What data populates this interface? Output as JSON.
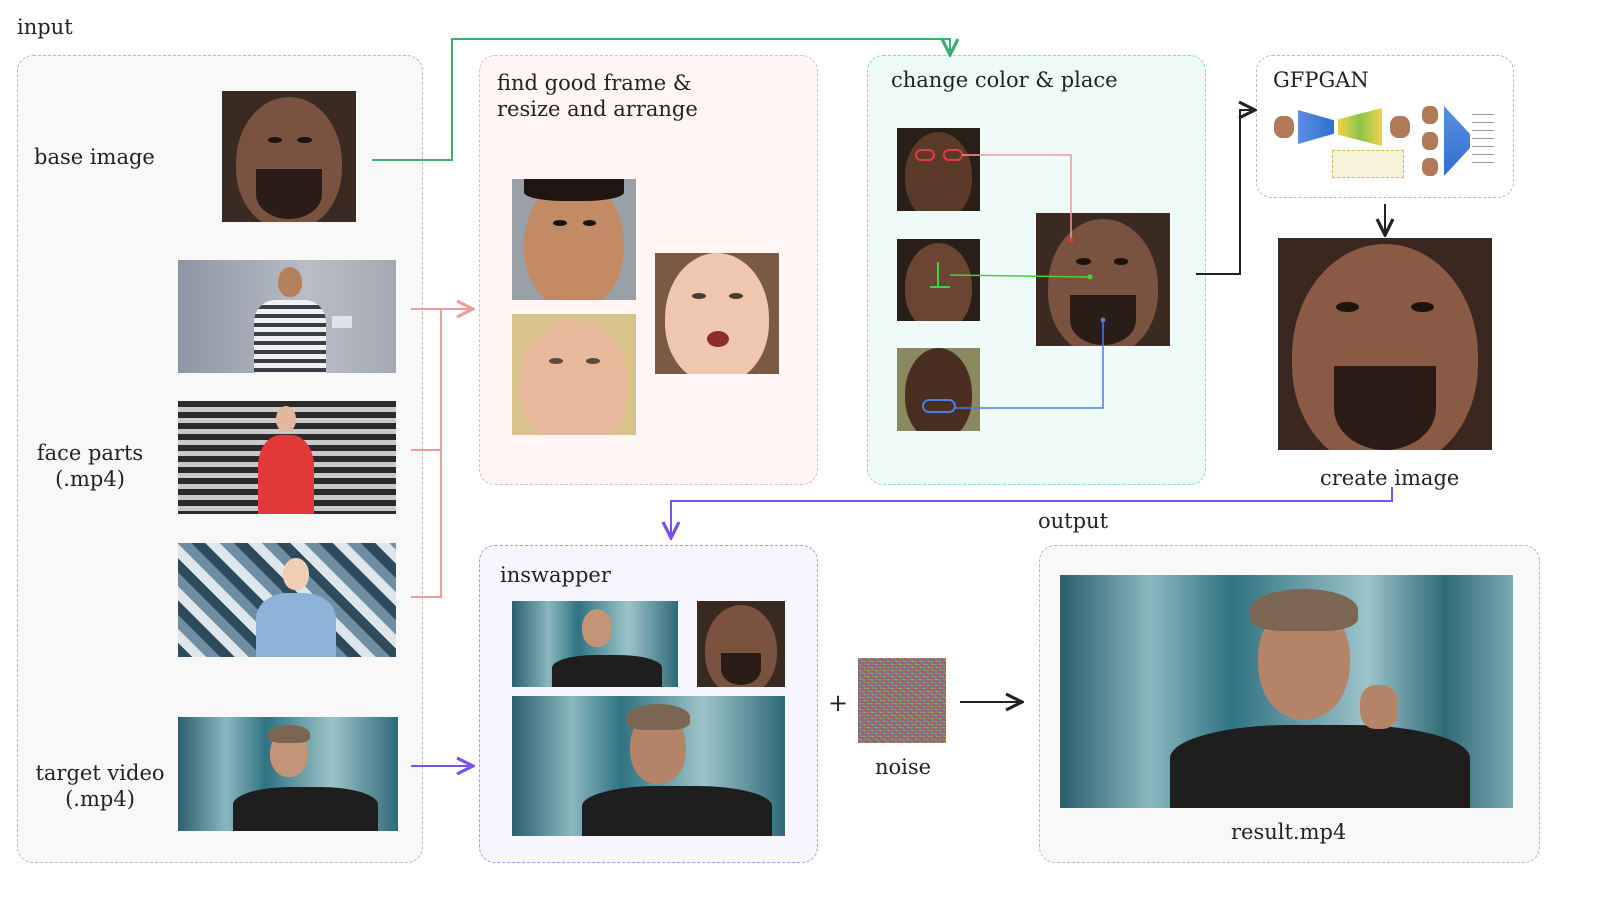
{
  "labels": {
    "input": "input",
    "base_image": "base image",
    "face_parts_1": "face parts",
    "face_parts_2": "(.mp4)",
    "target_video_1": "target video",
    "target_video_2": "(.mp4)",
    "find_frame_1": "find good frame &",
    "find_frame_2": "resize and arrange",
    "change_color": "change color & place",
    "gfpgan": "GFPGAN",
    "create_image": "create image",
    "output": "output",
    "inswapper": "inswapper",
    "plus": "+",
    "noise": "noise",
    "result": "result.mp4"
  },
  "colors": {
    "green_arrow": "#3dae72",
    "pink_arrow": "#f19b9b",
    "purple_arrow": "#7b4ff0",
    "black_arrow": "#222222",
    "red_mark": "#e53b3b",
    "green_mark": "#4ccf3a",
    "blue_mark": "#4a7fe0",
    "panel_input_bg": "#f8f8f8",
    "panel_find_bg": "#fff6f5",
    "panel_change_bg": "#effbf8",
    "panel_inswap_bg": "#f7f6ff",
    "panel_output_bg": "#f8f8f8"
  }
}
